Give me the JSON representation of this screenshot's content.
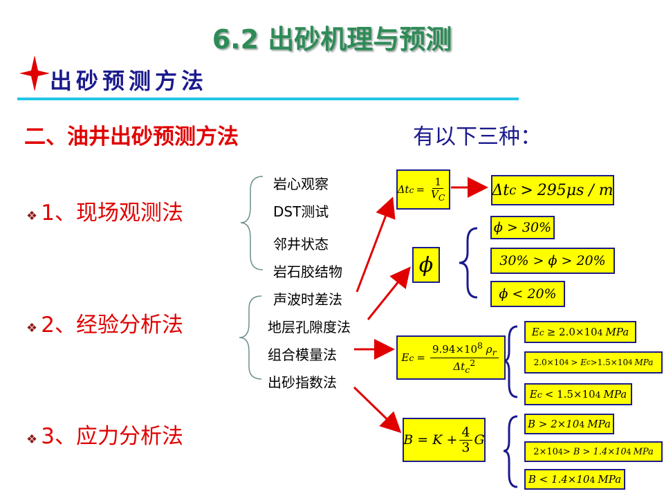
{
  "slide": {
    "title": "6.2 出砂机理与预测",
    "subtitle": "出砂预测方法",
    "heading_left": "二、油井出砂预测方法",
    "heading_right": "有以下三种："
  },
  "methods": [
    {
      "label": "1、现场观测法",
      "bullet": "❖"
    },
    {
      "label": "2、经验分析法",
      "bullet": "❖"
    },
    {
      "label": "3、应力分析法",
      "bullet": "❖"
    }
  ],
  "field_items": [
    "岩心观察",
    "DST测试",
    "邻井状态",
    "岩石胶结物"
  ],
  "empirical_items": [
    "声波时差法",
    "地层孔隙度法",
    "组合模量法",
    "出砂指数法"
  ],
  "formulas": {
    "acoustic": {
      "lhs": "Δt",
      "sub": "c",
      "eq": "=",
      "num": "1",
      "den": "V",
      "den_sub": "C"
    },
    "acoustic_result": {
      "text": "Δt",
      "sub": "c",
      "rel": ">",
      "value": "295μs / m"
    },
    "porosity": {
      "symbol": "ϕ"
    },
    "porosity_results": [
      {
        "text": "ϕ > 30%"
      },
      {
        "text": "30% > ϕ > 20%"
      },
      {
        "text": "ϕ < 20%"
      }
    ],
    "modulus": {
      "lhs": "E",
      "sub": "c",
      "eq": "=",
      "num": "9.94×10",
      "num_exp": "8",
      "num_tail": "ρ",
      "num_tail_sub": "r",
      "den": "Δt",
      "den_sub": "c",
      "den_exp": "2"
    },
    "modulus_results": [
      {
        "text": "E",
        "sub": "c",
        "rest": "≥ 2.0×10",
        "exp": "4",
        "unit": "MPa"
      },
      {
        "pre": "2.0×10",
        "pre_exp": "4",
        "mid": "> E",
        "sub": "c",
        "rest": ">1.5×10",
        "exp": "4",
        "unit": "MPa"
      },
      {
        "text": "E",
        "sub": "c",
        "rest": "< 1.5×10",
        "exp": "4",
        "unit": "MPa"
      }
    ],
    "sand_index": {
      "lhs": "B = K +",
      "num": "4",
      "den": "3",
      "tail": "G"
    },
    "sand_index_results": [
      {
        "text": "B > 2×10",
        "exp": "4",
        "unit": "MPa"
      },
      {
        "pre": "2×10",
        "pre_exp": "4",
        "rest": " > B > 1.4×10",
        "exp": "4",
        "unit": "MPa"
      },
      {
        "text": "B < 1.4×10",
        "exp": "4",
        "unit": "MPa"
      }
    ]
  },
  "colors": {
    "title": "#2e8b57",
    "heading": "#e00000",
    "accent_blue": "#1a1a8c",
    "box_fill": "#ffff00",
    "rule": "#22c6e6",
    "arrow": "#e00000"
  }
}
